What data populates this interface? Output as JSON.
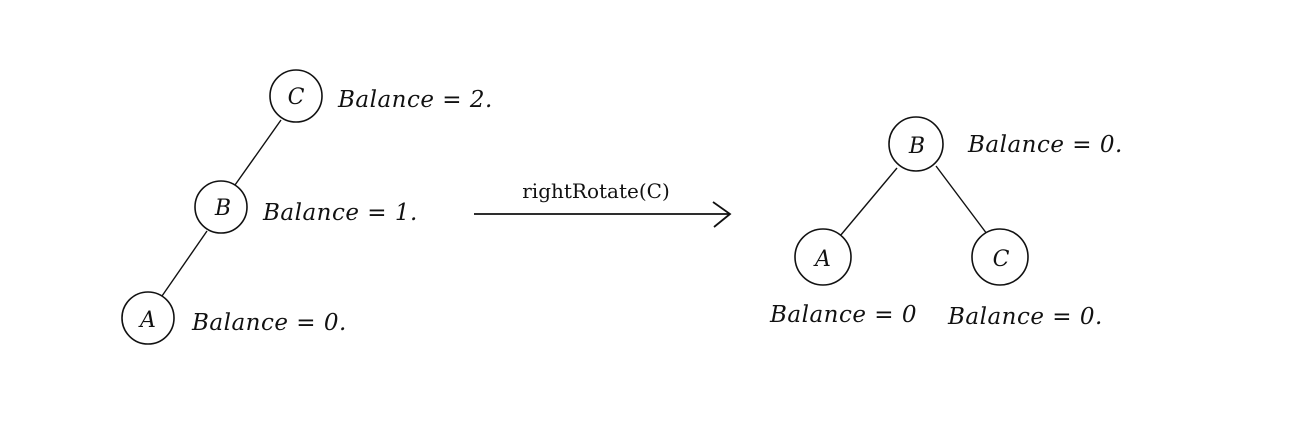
{
  "before_tree": {
    "nodes": [
      {
        "id": "C",
        "label": "C",
        "balance": "Balance = 2."
      },
      {
        "id": "B",
        "label": "B",
        "balance": "Balance = 1."
      },
      {
        "id": "A",
        "label": "A",
        "balance": "Balance = 0."
      }
    ],
    "edges": [
      [
        "C",
        "B"
      ],
      [
        "B",
        "A"
      ]
    ]
  },
  "operation": {
    "label": "rightRotate(C)"
  },
  "after_tree": {
    "nodes": [
      {
        "id": "B",
        "label": "B",
        "balance": "Balance = 0."
      },
      {
        "id": "A",
        "label": "A",
        "balance": "Balance = 0"
      },
      {
        "id": "C",
        "label": "C",
        "balance": "Balance = 0."
      }
    ],
    "edges": [
      [
        "B",
        "A"
      ],
      [
        "B",
        "C"
      ]
    ]
  }
}
